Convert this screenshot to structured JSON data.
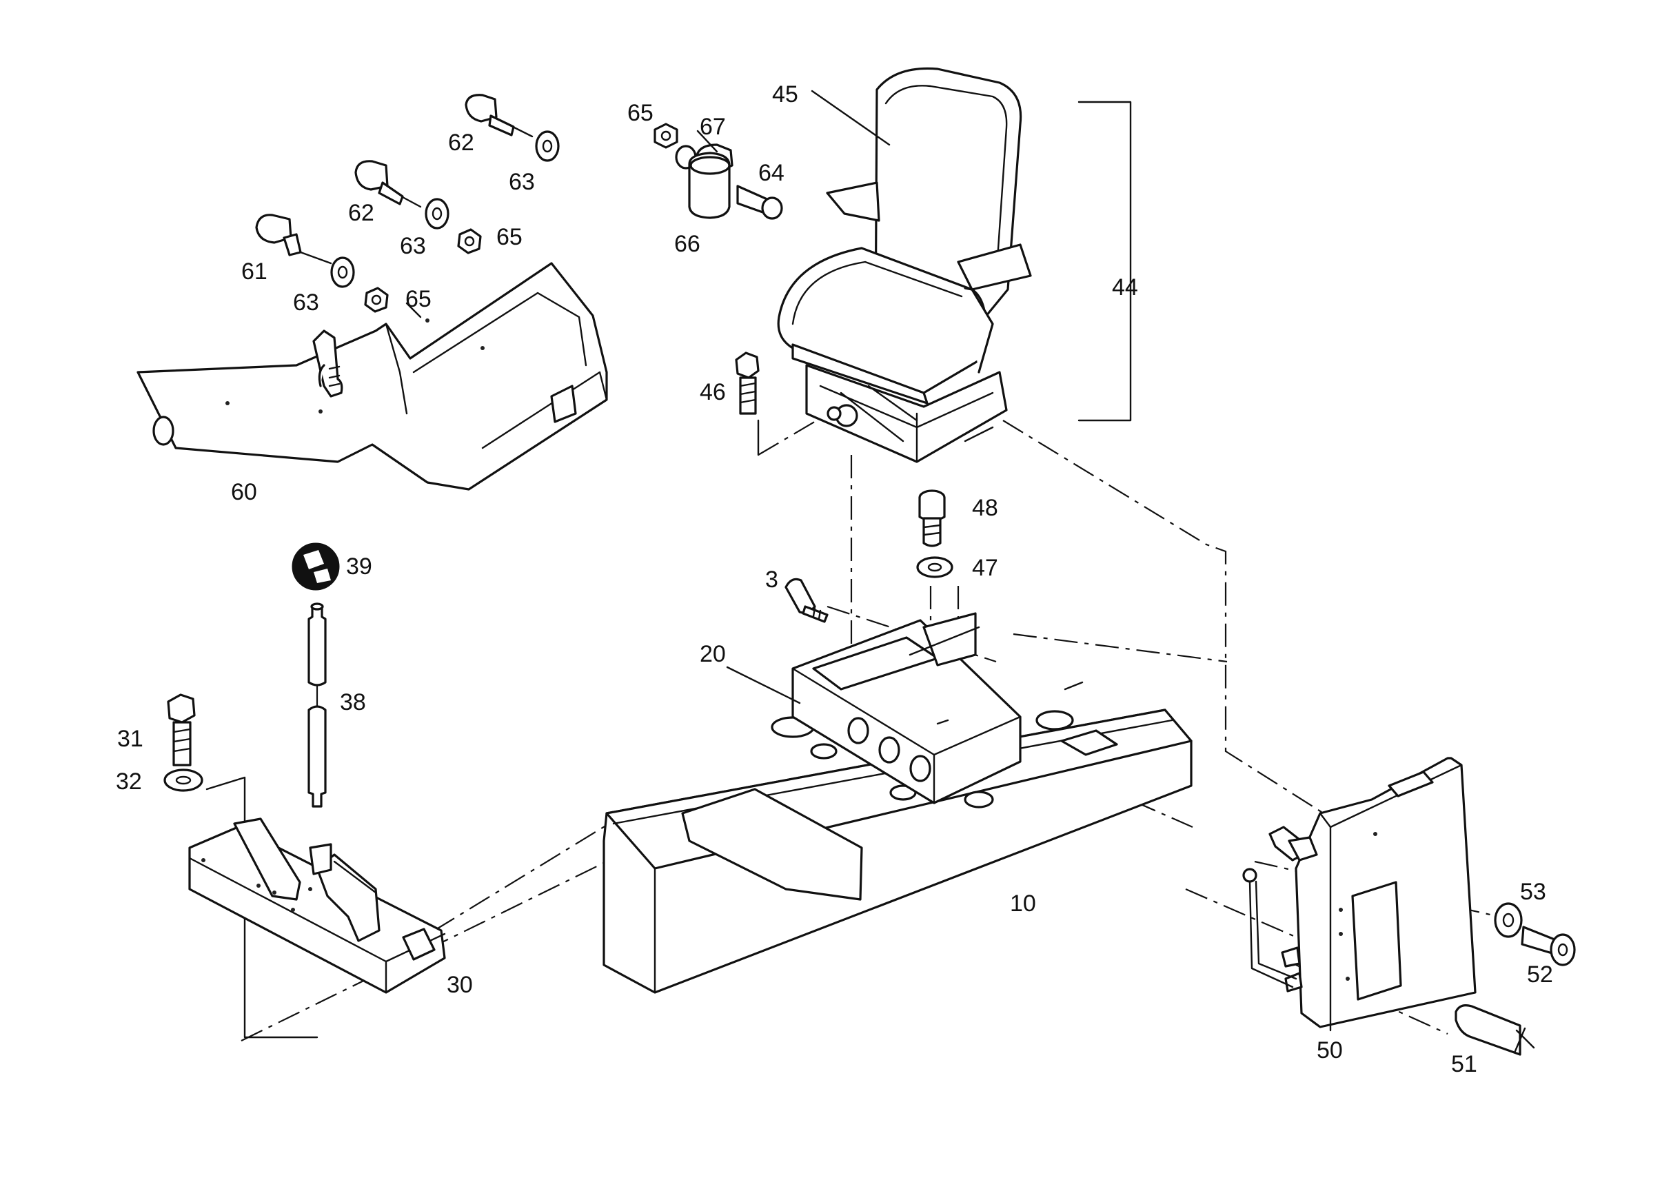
{
  "diagram": {
    "labels": {
      "p3": "3",
      "p10": "10",
      "p20": "20",
      "p30": "30",
      "p31": "31",
      "p32": "32",
      "p38": "38",
      "p39": "39",
      "p44": "44",
      "p45": "45",
      "p46": "46",
      "p47": "47",
      "p48": "48",
      "p50": "50",
      "p51": "51",
      "p52": "52",
      "p53": "53",
      "p60": "60",
      "p61": "61",
      "p62a": "62",
      "p62b": "62",
      "p63a": "63",
      "p63b": "63",
      "p63c": "63",
      "p64": "64",
      "p65a": "65",
      "p65b": "65",
      "p65c": "65",
      "p66": "66",
      "p67": "67"
    }
  }
}
